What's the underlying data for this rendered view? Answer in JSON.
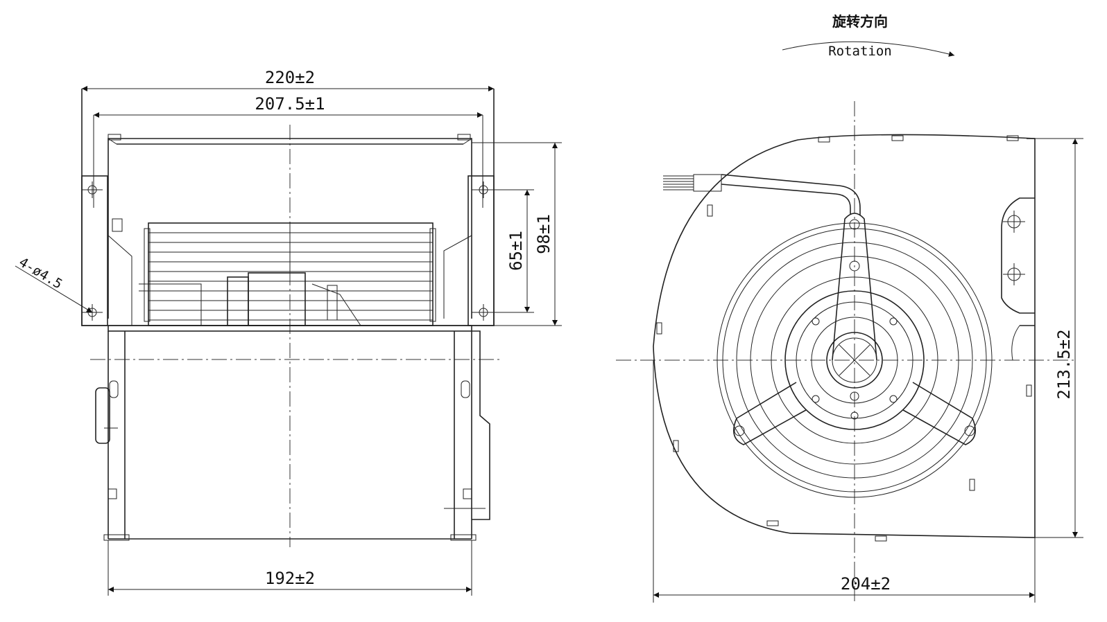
{
  "rotation": {
    "label_cn": "旋转方向",
    "label_en": "Rotation"
  },
  "side_view": {
    "dims": {
      "overall_width": "220±2",
      "flange_width": "207.5±1",
      "housing_width": "192±2",
      "hole_spacing_small": "65±1",
      "hole_spacing_large": "98±1",
      "mounting_holes": "4-ø4.5"
    }
  },
  "front_view": {
    "dims": {
      "overall_width": "204±2",
      "overall_height": "213.5±2"
    }
  }
}
